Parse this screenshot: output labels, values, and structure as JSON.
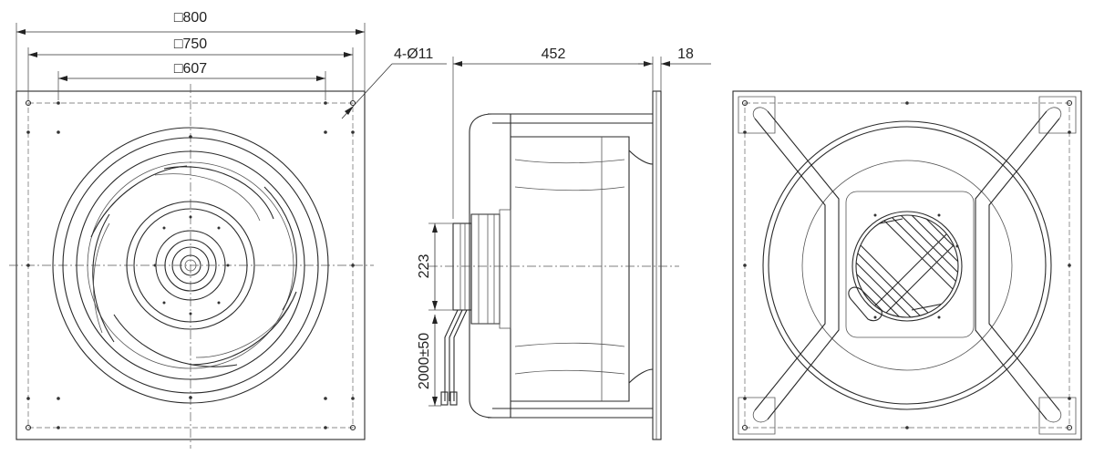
{
  "dimensions": {
    "front_outer": "□800",
    "front_holes": "□750",
    "front_inner": "□607",
    "mount_holes": "4-Ø11",
    "side_depth": "452",
    "side_flange": "18",
    "side_motor": "223",
    "side_cable": "2000±50"
  }
}
